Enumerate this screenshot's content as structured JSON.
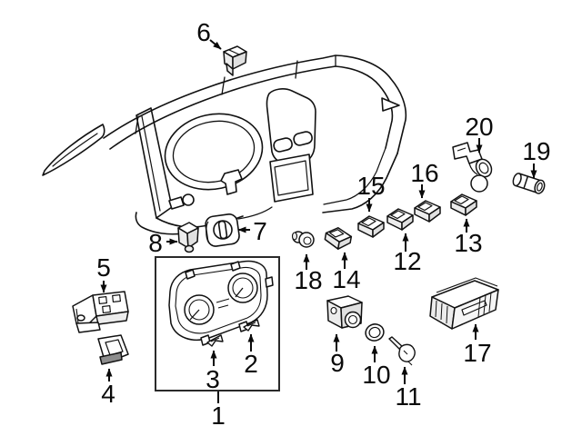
{
  "diagram": {
    "type": "exploded-parts-diagram",
    "subject": "instrument-panel-cluster-and-switches",
    "colors": {
      "background": "#ffffff",
      "line": "#111111",
      "shade_light": "#ececec",
      "shade_mid": "#e0e0e0",
      "shade_dark": "#8c8c8c"
    },
    "callouts": [
      {
        "num": "1",
        "part": "instrument-cluster-assembly"
      },
      {
        "num": "2",
        "part": "retainer-clip"
      },
      {
        "num": "3",
        "part": "retainer-clip"
      },
      {
        "num": "4",
        "part": "lower-bracket"
      },
      {
        "num": "5",
        "part": "mounting-bracket"
      },
      {
        "num": "6",
        "part": "dash-sensor"
      },
      {
        "num": "7",
        "part": "headlamp-switch"
      },
      {
        "num": "8",
        "part": "dimmer-switch"
      },
      {
        "num": "9",
        "part": "ignition-switch-housing"
      },
      {
        "num": "10",
        "part": "trim-ring"
      },
      {
        "num": "11",
        "part": "key"
      },
      {
        "num": "12",
        "part": "rocker-switch"
      },
      {
        "num": "13",
        "part": "rocker-switch"
      },
      {
        "num": "14",
        "part": "rocker-switch"
      },
      {
        "num": "15",
        "part": "rocker-switch"
      },
      {
        "num": "16",
        "part": "rocker-switch"
      },
      {
        "num": "17",
        "part": "display-unit"
      },
      {
        "num": "18",
        "part": "knob"
      },
      {
        "num": "19",
        "part": "bulb-socket"
      },
      {
        "num": "20",
        "part": "bulb-socket-with-harness"
      }
    ]
  }
}
